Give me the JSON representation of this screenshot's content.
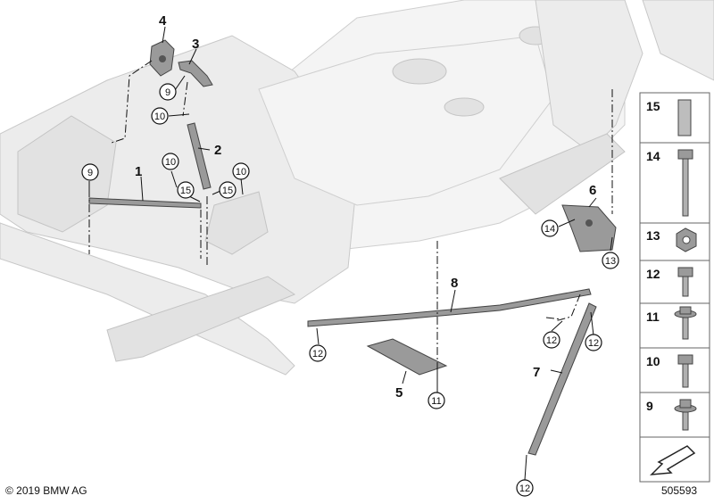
{
  "diagram": {
    "callouts": {
      "c1": "1",
      "c2": "2",
      "c3": "3",
      "c4": "4",
      "c5": "5",
      "c6": "6",
      "c7": "7",
      "c8": "8",
      "c9a": "9",
      "c9b": "9",
      "c10a": "10",
      "c10b": "10",
      "c10c": "10",
      "c11": "11",
      "c12a": "12",
      "c12b": "12",
      "c12c": "12",
      "c12d": "12",
      "c13": "13",
      "c14": "14",
      "c15a": "15",
      "c15b": "15"
    },
    "legend_panel": {
      "items": [
        "15",
        "14",
        "13",
        "12",
        "11",
        "10",
        "9"
      ]
    }
  },
  "footer": {
    "copyright": "© 2019 BMW AG",
    "diagram_number": "505593"
  }
}
